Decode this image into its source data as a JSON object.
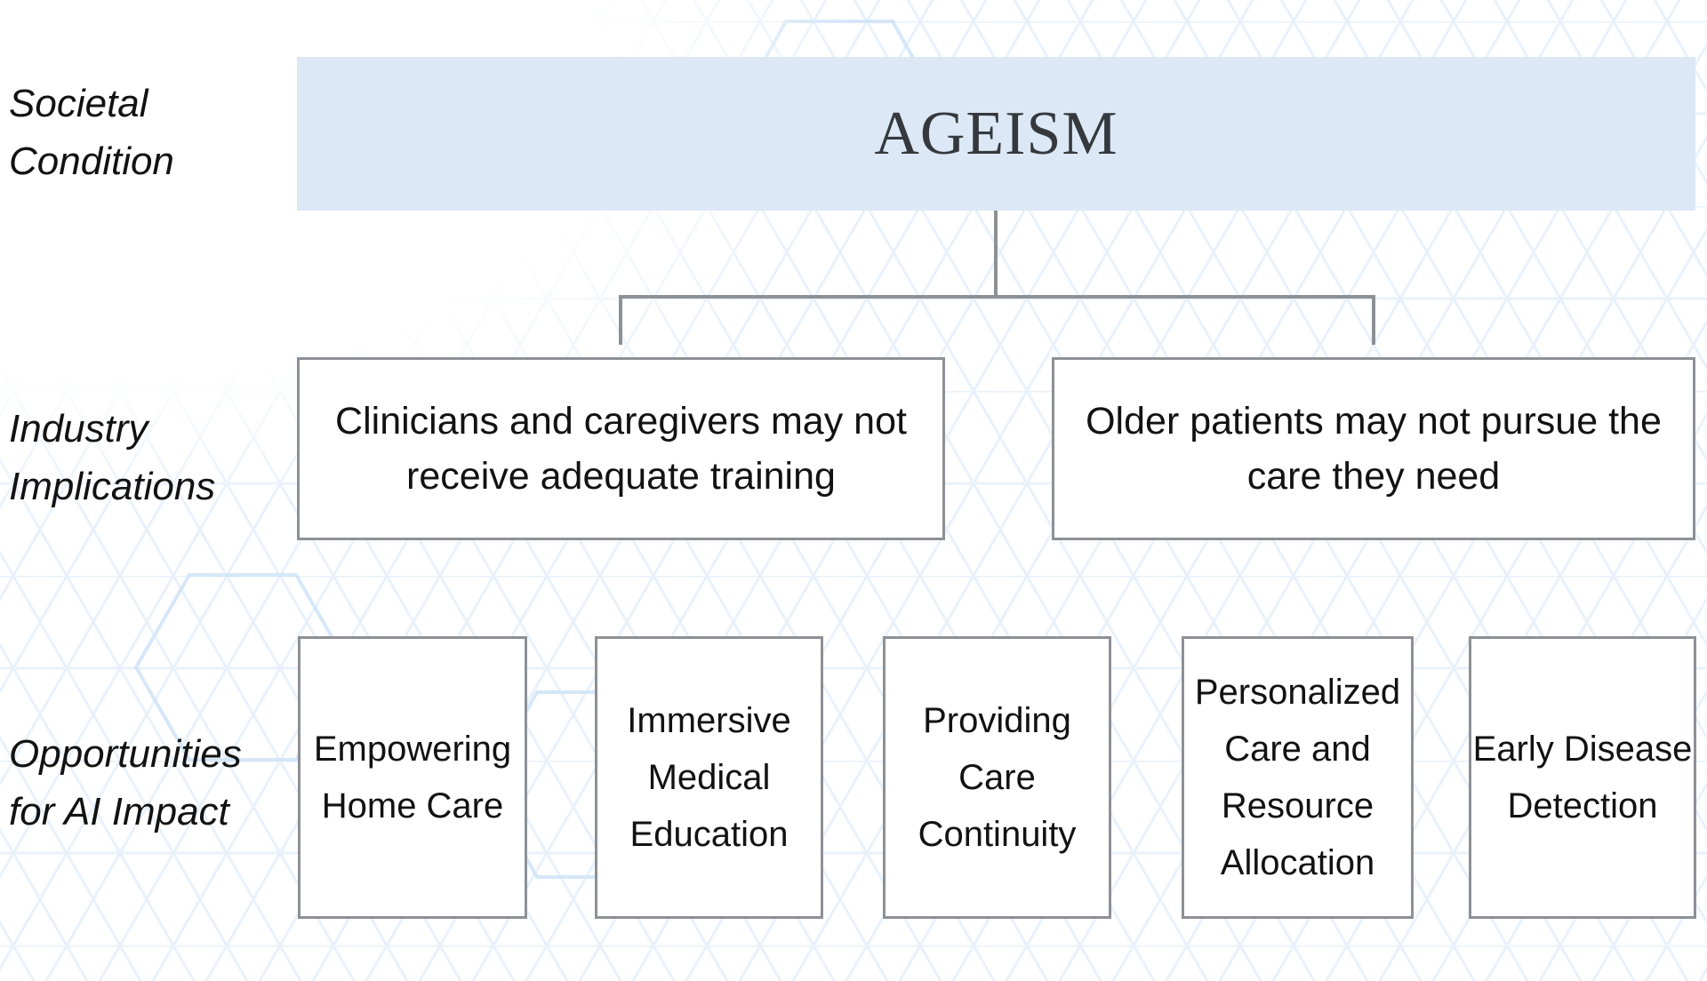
{
  "diagram": {
    "row_labels": [
      {
        "id": "societal-condition",
        "text": "Societal\nCondition"
      },
      {
        "id": "industry-implications",
        "text": "Industry\nImplications"
      },
      {
        "id": "ai-opportunities",
        "text": "Opportunities\nfor AI Impact"
      }
    ],
    "societal_condition": {
      "title": "AGEISM"
    },
    "industry_implications": [
      {
        "text": "Clinicians and caregivers may not\nreceive adequate training"
      },
      {
        "text": "Older patients may not pursue the\ncare they need"
      }
    ],
    "ai_opportunities": [
      {
        "text": "Empowering\nHome Care"
      },
      {
        "text": "Immersive\nMedical\nEducation"
      },
      {
        "text": "Providing\nCare\nContinuity"
      },
      {
        "text": "Personalized\nCare and\nResource\nAllocation"
      },
      {
        "text": "Early Disease\nDetection"
      }
    ],
    "colors": {
      "banner_bg": "#dce8f5",
      "banner_text": "#35393e",
      "box_border": "#8d9196",
      "connector": "#8d9196",
      "text": "#121212",
      "pattern_line": "#d7e6f7"
    }
  }
}
